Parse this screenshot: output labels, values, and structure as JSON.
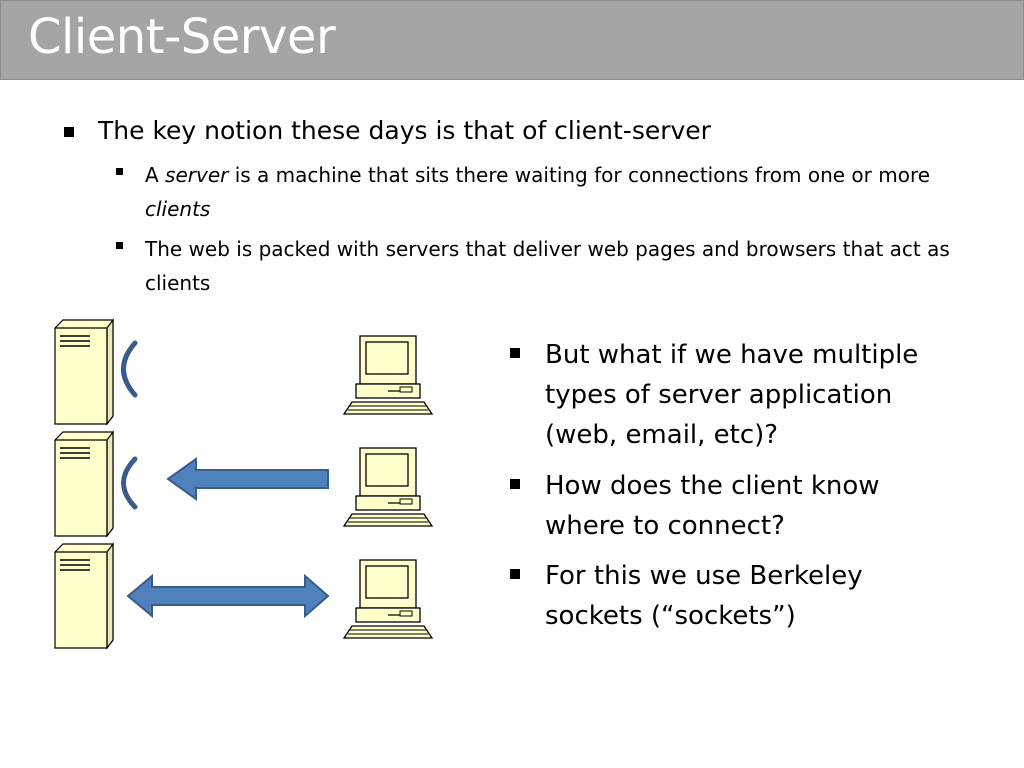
{
  "slide": {
    "title": "Client-Server",
    "bullets": {
      "main": "The key notion these days is that of client-server",
      "sub1": {
        "pre": "A ",
        "em1": "server",
        "mid": " is a machine that sits there waiting for connections from one or more ",
        "em2": "clients"
      },
      "sub2": "The web is packed with servers that deliver web pages and browsers that act as clients"
    },
    "right_bullets": [
      "But what if we have multiple types of server application (web, email, etc)?",
      "How does the client know where to connect?",
      "For this we use Berkeley sockets (“sockets”)"
    ]
  },
  "diagram": {
    "server_color": "#ffffcc",
    "arrow_color": "#4f81bd",
    "arrow_border": "#385d8a",
    "paren_color": "#385d8a",
    "rows": [
      {
        "server": "server-tower-icon",
        "client": "desktop-computer-icon",
        "connection": "open-paren"
      },
      {
        "server": "server-tower-icon",
        "client": "desktop-computer-icon",
        "connection": "left-arrow"
      },
      {
        "server": "server-tower-icon",
        "client": "desktop-computer-icon",
        "connection": "double-arrow"
      }
    ]
  }
}
